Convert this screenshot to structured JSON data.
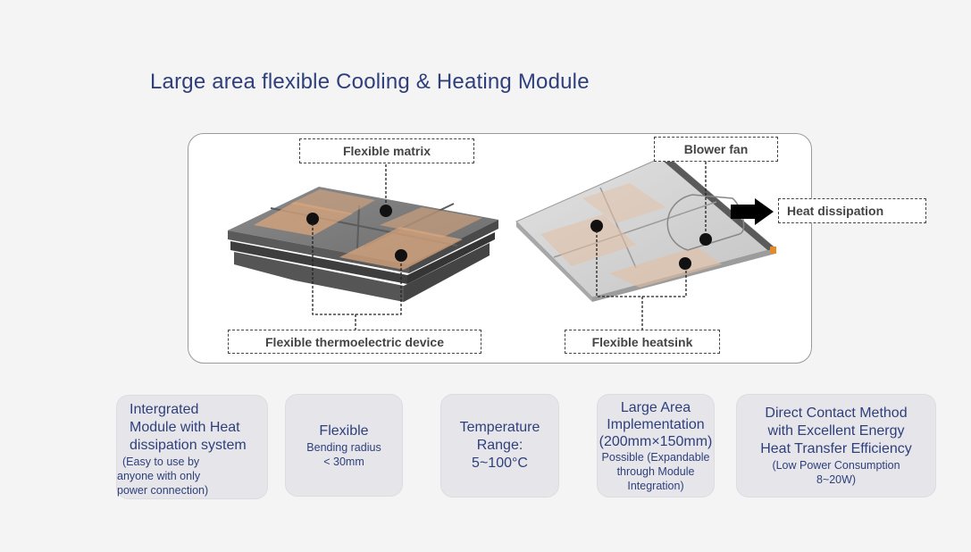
{
  "title": "Large area flexible Cooling & Heating Module",
  "labels": {
    "flexible_matrix": "Flexible matrix",
    "flexible_tec": "Flexible thermoelectric device",
    "blower_fan": "Blower fan",
    "flexible_heatsink": "Flexible heatsink",
    "heat_dissipation": "Heat dissipation"
  },
  "features": [
    {
      "main": [
        "Intergrated",
        "Module with Heat",
        "dissipation system"
      ],
      "sub": [
        "(Easy to use by",
        "anyone with only",
        "power connection)"
      ]
    },
    {
      "main": [
        "Flexible"
      ],
      "sub": [
        "Bending radius",
        "< 30mm"
      ]
    },
    {
      "main": [
        "Temperature",
        "Range:",
        "5~100°C"
      ],
      "sub": []
    },
    {
      "main": [
        "Large Area",
        "Implementation",
        "(200mm×150mm)"
      ],
      "sub": [
        "Possible (Expandable",
        "through Module",
        "Integration)"
      ]
    },
    {
      "main": [
        "Direct Contact Method",
        "with Excellent Energy",
        "Heat Transfer Efficiency"
      ],
      "sub": [
        "(Low Power Consumption",
        "8~20W)"
      ]
    }
  ],
  "colors": {
    "title": "#2e3f7c",
    "feature_bg": "#e6e6ea",
    "pad": "#d9a67e"
  }
}
